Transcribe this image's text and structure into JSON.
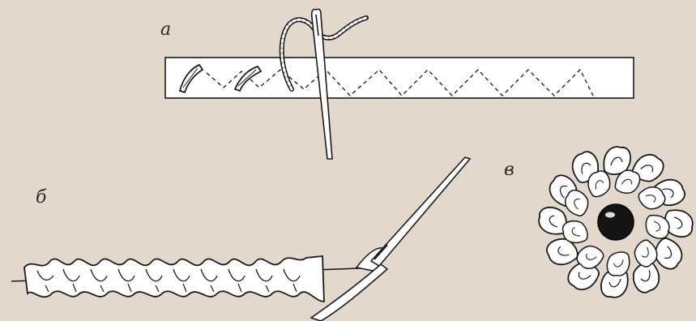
{
  "labels": {
    "a": "а",
    "b": "б",
    "v": "в"
  },
  "colors": {
    "background": "#e3d8cb",
    "ink": "#1a1a1a",
    "fabric": "#ffffff"
  },
  "icons": {
    "needle_a": "needle-icon",
    "needle_b": "needle-icon",
    "bead": "bead-icon"
  }
}
